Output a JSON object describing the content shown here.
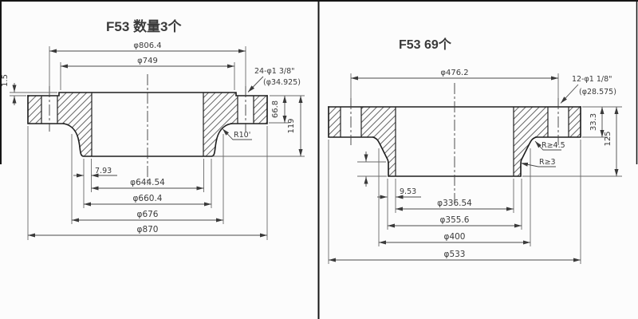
{
  "colors": {
    "accent_red": "#dd3231"
  },
  "panels": {
    "left": {
      "title": "F53  数量3个",
      "dims": {
        "bolt_circle": "φ806.4",
        "raised_face": "φ749",
        "bolt_note_line1": "24-φ1 3/8\"",
        "bolt_note_line2": "(φ34.925)",
        "face_step": "1.5",
        "ring_thickness": "66.8",
        "total_height": "119",
        "fillet": "R10'",
        "hub_offset": "7.93",
        "bore": "φ644.54",
        "hub_base": "φ660.4",
        "hub": "φ676",
        "outer_diameter": "φ870"
      }
    },
    "right": {
      "title": "F53  69个",
      "dims": {
        "bolt_circle": "φ476.2",
        "bolt_note_line1": "12-φ1 1/8\"",
        "bolt_note_line2": "(φ28.575)",
        "ring_thickness": "33.3",
        "total_height": "125",
        "fillet_top": "R≥4.5",
        "fillet_bottom": "R≥3",
        "hub_offset": "9.53",
        "bore": "φ336.54",
        "hub_base": "φ355.6",
        "hub": "φ400",
        "outer_diameter": "φ533"
      }
    }
  }
}
